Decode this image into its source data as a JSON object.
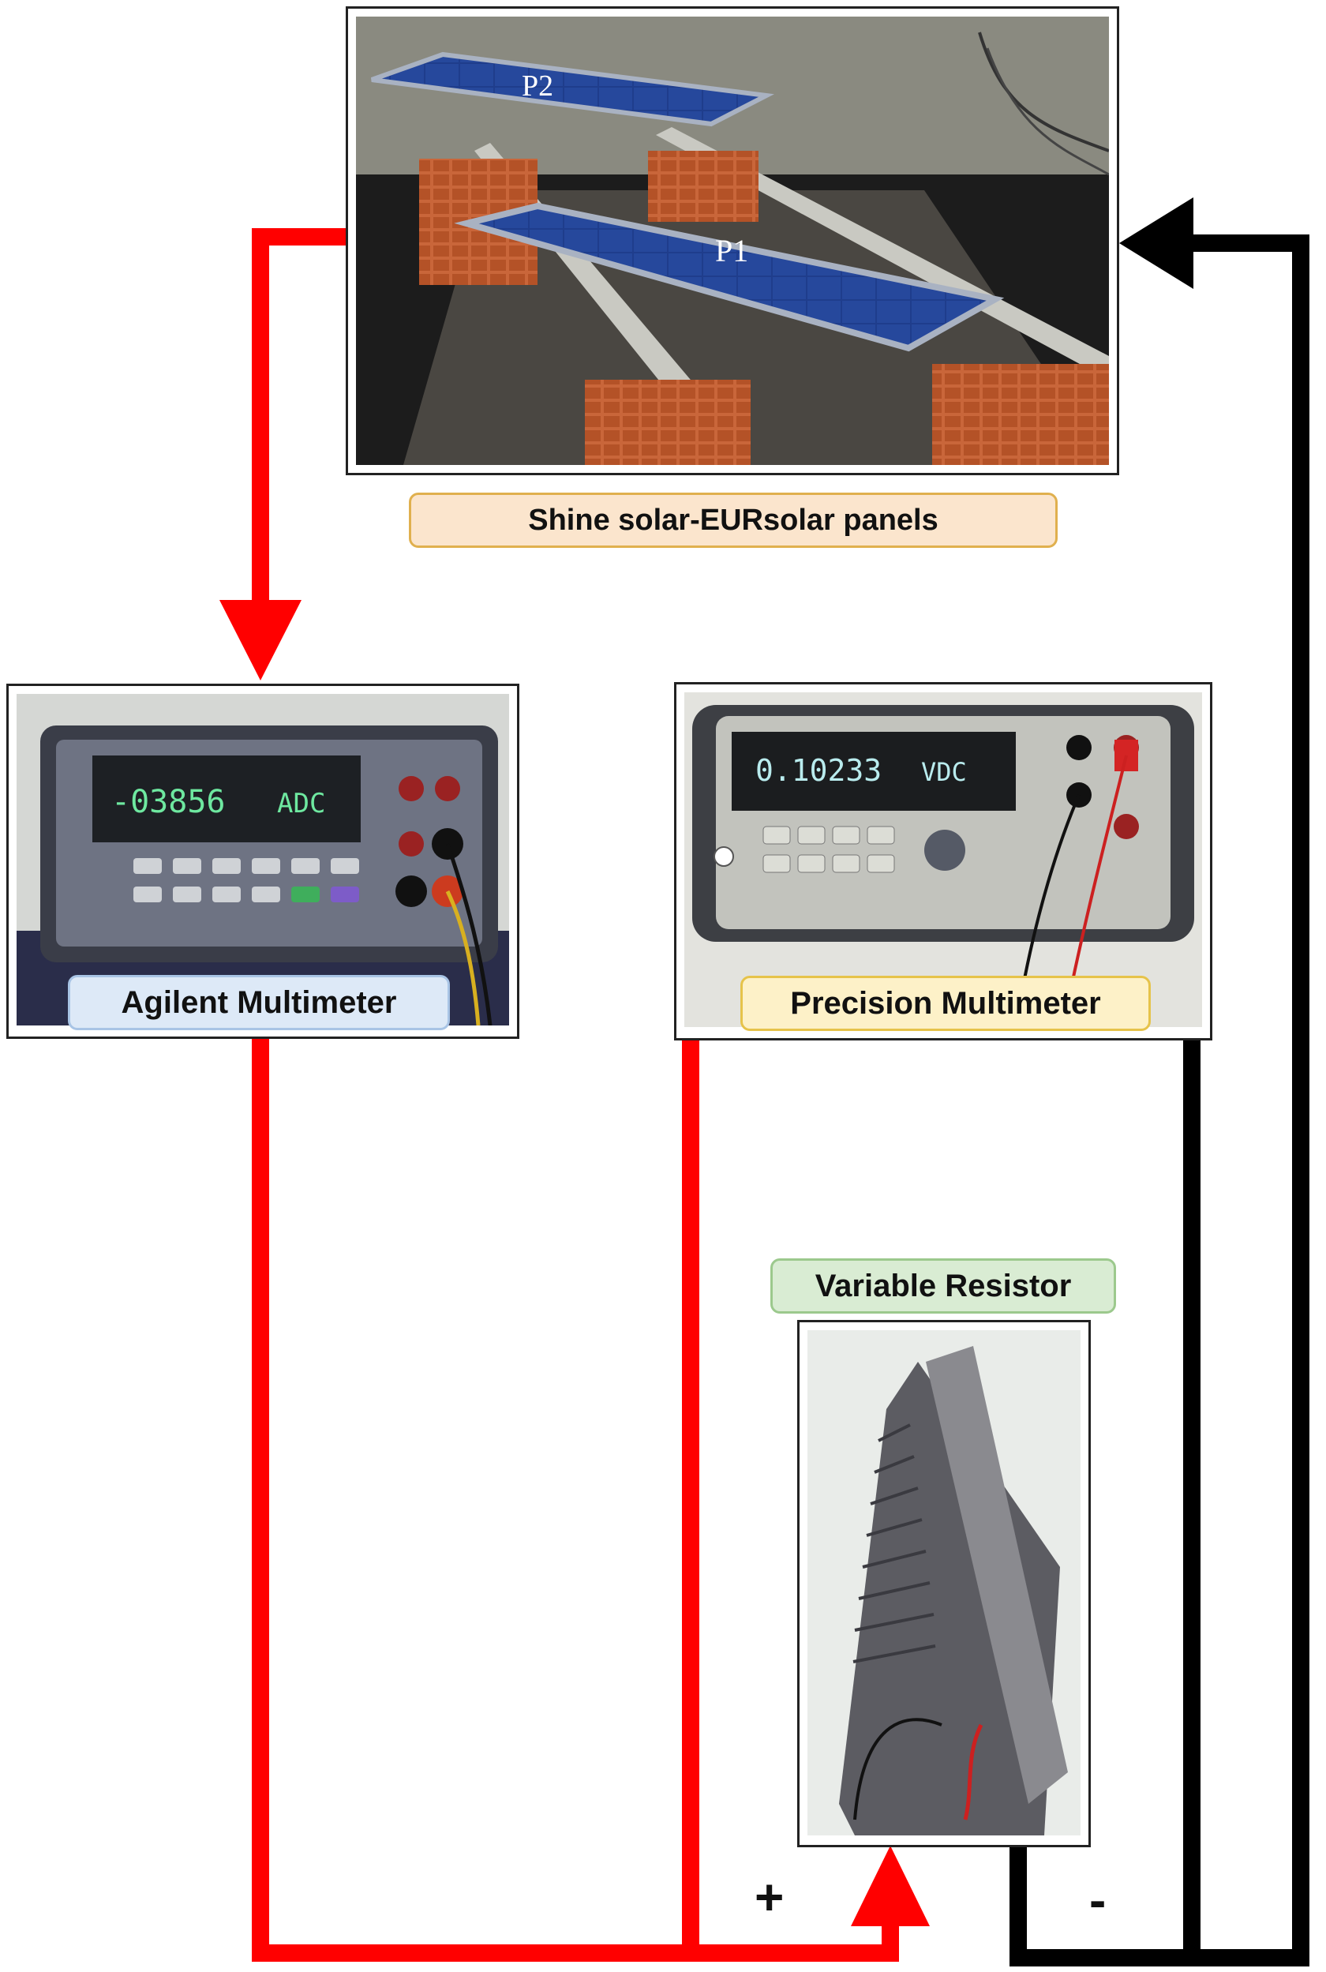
{
  "labels": {
    "panels": "Shine solar-EURsolar panels",
    "agilent": "Agilent Multimeter",
    "precision": "Precision Multimeter",
    "resistor": "Variable Resistor"
  },
  "panel_tags": {
    "p1": "P1",
    "p2": "P2"
  },
  "readings": {
    "agilent_value": "-03856",
    "agilent_unit": "ADC",
    "precision_value": "0.10233",
    "precision_unit": "VDC"
  },
  "terminals": {
    "positive": "+",
    "negative": "-"
  },
  "colors": {
    "positive_wire": "#ff0000",
    "negative_wire": "#000000"
  },
  "icons": {
    "arrow": "arrow-head-icon"
  }
}
